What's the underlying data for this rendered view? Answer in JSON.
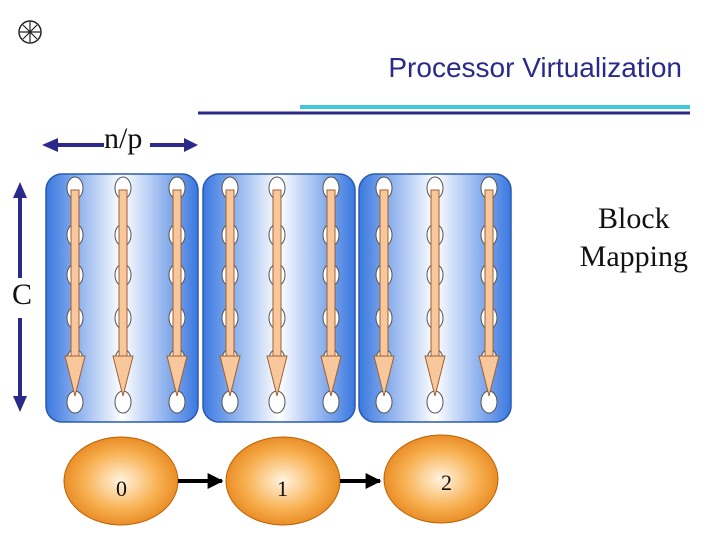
{
  "title": "Processor Virtualization",
  "labels": {
    "width": "n/p",
    "height": "C",
    "mapping_line1": "Block",
    "mapping_line2": "Mapping"
  },
  "processors": [
    "0",
    "1",
    "2"
  ],
  "colors": {
    "title": "#2a2a8a",
    "accent_line_dark": "#2a2a8a",
    "accent_line_light": "#40c8d8",
    "block_blue": "#3a78e0",
    "arrow_fill": "#f8c89c",
    "processor_fill": "#f08a20"
  }
}
